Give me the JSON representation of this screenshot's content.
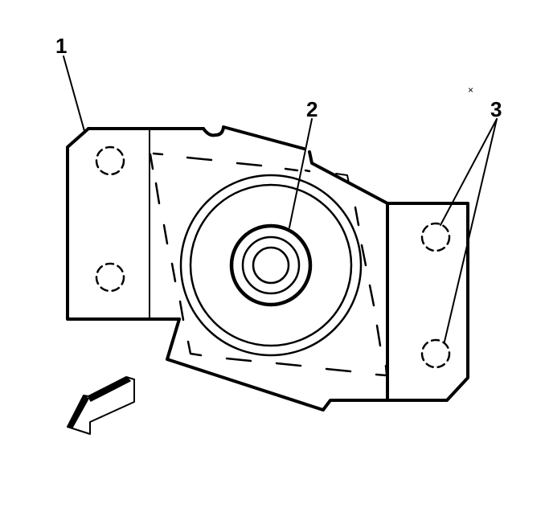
{
  "diagram": {
    "type": "technical-illustration",
    "subject": "mount bracket with isolator",
    "callouts": [
      {
        "id": "1",
        "label": "1",
        "target": "bracket"
      },
      {
        "id": "2",
        "label": "2",
        "target": "isolator-center"
      },
      {
        "id": "3",
        "label": "3",
        "target": "bolt-holes-right"
      }
    ],
    "marker": "×",
    "direction_arrow": "front-indicator",
    "colors": {
      "stroke": "#000000",
      "background": "#ffffff"
    }
  }
}
